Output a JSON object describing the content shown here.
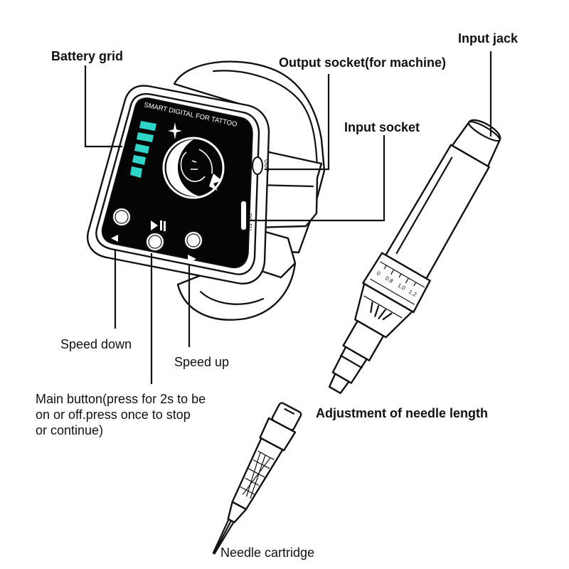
{
  "labels": {
    "battery_grid": "Battery grid",
    "output_socket": "Output socket(for machine)",
    "input_jack": "Input jack",
    "input_socket": "Input socket",
    "speed_down": "Speed down",
    "speed_up": "Speed up",
    "main_button": "Main button(press for 2s to be\non or off.press once to stop\nor continue)",
    "adjustment": "Adjustment of needle length",
    "needle_cartridge": "Needle cartridge"
  },
  "device": {
    "screen_title": "SMART DIGITAL FOR TATTOO",
    "out_label": "OUT",
    "dc_label": "DC-5V",
    "scale_marks": [
      "0",
      "0.8",
      "1.0",
      "1.2"
    ]
  },
  "colors": {
    "outline": "#111111",
    "screen": "#050505",
    "battery": "#2fd6c8"
  }
}
